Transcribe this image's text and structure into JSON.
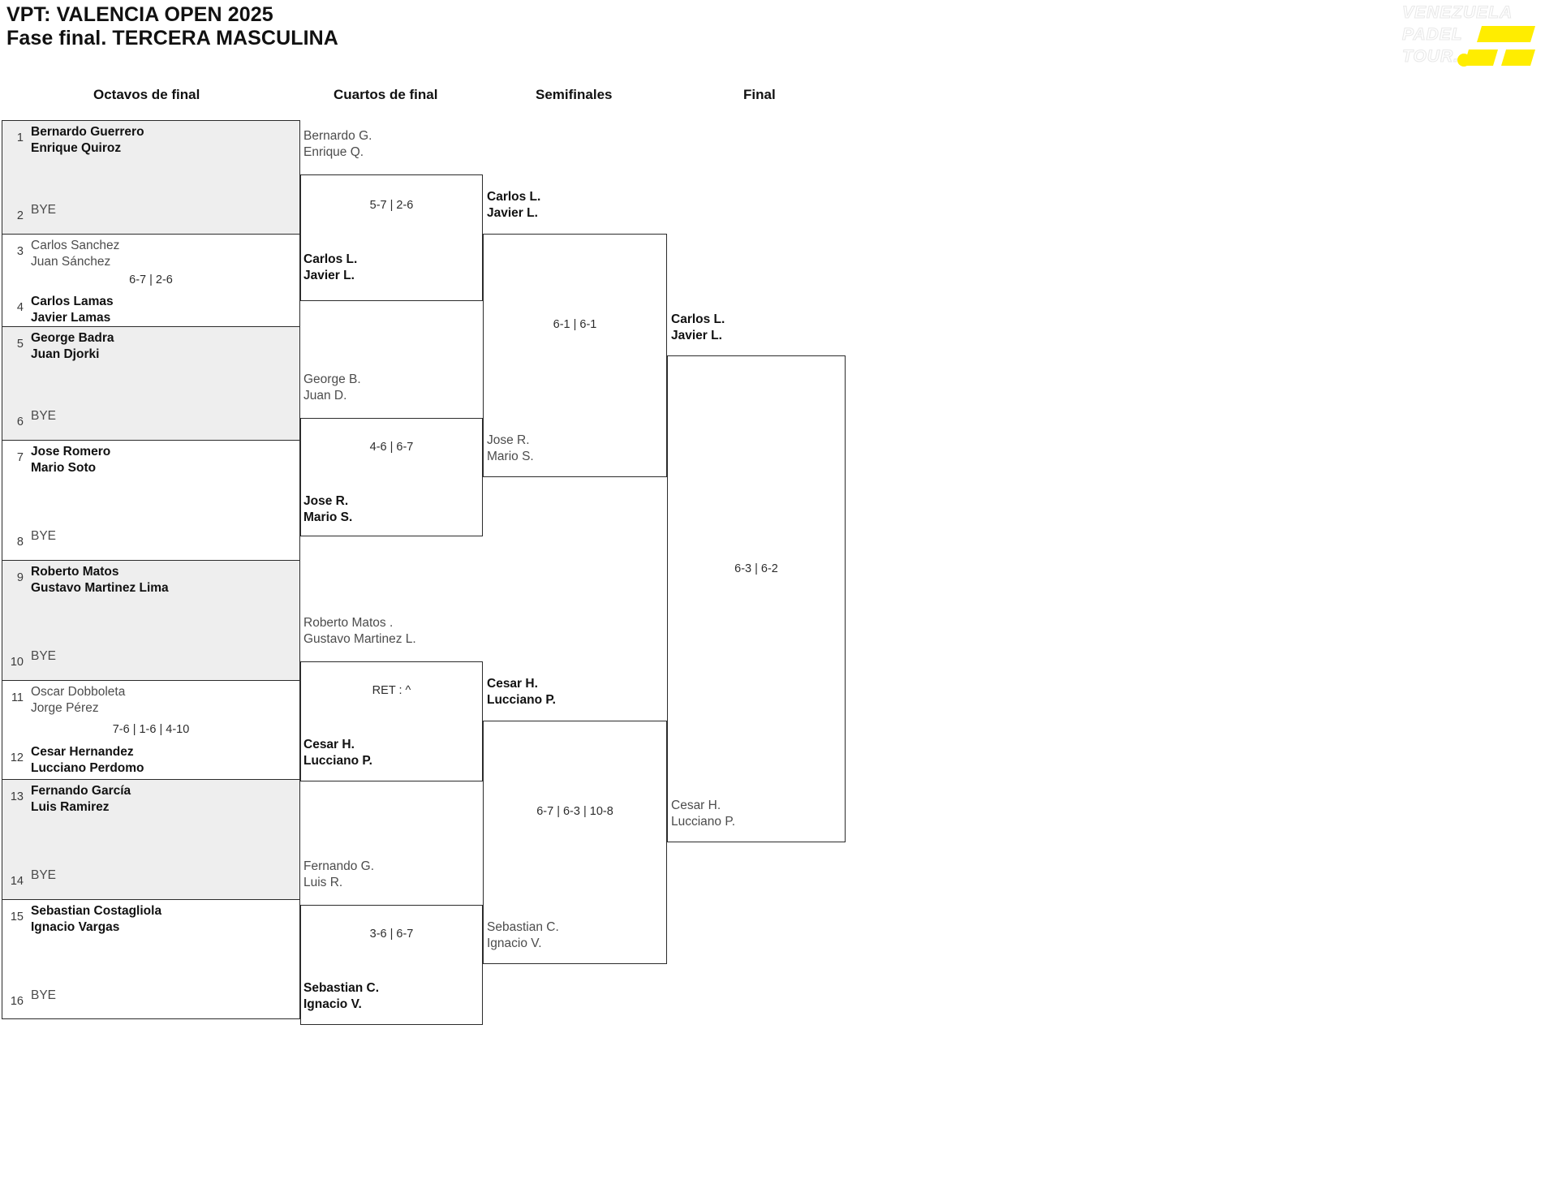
{
  "header": {
    "title_line1": "VPT: VALENCIA OPEN 2025",
    "title_line2": "Fase final. TERCERA MASCULINA"
  },
  "logo": {
    "line1": "VENEZUELA",
    "line2": "PADEL",
    "line3": "TOUR.",
    "accent_color": "#FFED00"
  },
  "rounds": [
    {
      "label": "Octavos de final"
    },
    {
      "label": "Cuartos de final"
    },
    {
      "label": "Semifinales"
    },
    {
      "label": "Final"
    }
  ],
  "round1": {
    "matches": [
      {
        "score": "",
        "shaded": true,
        "top": {
          "seed": "1",
          "line1": "Bernardo Guerrero",
          "line2": "Enrique Quiroz",
          "result": "win"
        },
        "bottom": {
          "seed": "2",
          "line1": "BYE",
          "line2": "",
          "result": "bye"
        }
      },
      {
        "score": "6-7 | 2-6",
        "shaded": false,
        "top": {
          "seed": "3",
          "line1": "Carlos Sanchez",
          "line2": "Juan Sánchez",
          "result": "lose"
        },
        "bottom": {
          "seed": "4",
          "line1": "Carlos Lamas",
          "line2": "Javier Lamas",
          "result": "win"
        }
      },
      {
        "score": "",
        "shaded": true,
        "top": {
          "seed": "5",
          "line1": "George Badra",
          "line2": "Juan Djorki",
          "result": "win"
        },
        "bottom": {
          "seed": "6",
          "line1": "BYE",
          "line2": "",
          "result": "bye"
        }
      },
      {
        "score": "",
        "shaded": false,
        "top": {
          "seed": "7",
          "line1": "Jose Romero",
          "line2": "Mario Soto",
          "result": "win"
        },
        "bottom": {
          "seed": "8",
          "line1": "BYE",
          "line2": "",
          "result": "bye"
        }
      },
      {
        "score": "",
        "shaded": true,
        "top": {
          "seed": "9",
          "line1": "Roberto Matos",
          "line2": "Gustavo Martinez Lima",
          "result": "win"
        },
        "bottom": {
          "seed": "10",
          "line1": "BYE",
          "line2": "",
          "result": "bye"
        }
      },
      {
        "score": "7-6 | 1-6 | 4-10",
        "shaded": false,
        "top": {
          "seed": "11",
          "line1": "Oscar Dobboleta",
          "line2": "Jorge Pérez",
          "result": "lose"
        },
        "bottom": {
          "seed": "12",
          "line1": "Cesar Hernandez",
          "line2": "Lucciano Perdomo",
          "result": "win"
        }
      },
      {
        "score": "",
        "shaded": true,
        "top": {
          "seed": "13",
          "line1": "Fernando García",
          "line2": "Luis Ramirez",
          "result": "win"
        },
        "bottom": {
          "seed": "14",
          "line1": "BYE",
          "line2": "",
          "result": "bye"
        }
      },
      {
        "score": "",
        "shaded": false,
        "top": {
          "seed": "15",
          "line1": "Sebastian Costagliola",
          "line2": "Ignacio Vargas",
          "result": "win"
        },
        "bottom": {
          "seed": "16",
          "line1": "BYE",
          "line2": "",
          "result": "bye"
        }
      }
    ]
  },
  "quarterfinals": [
    {
      "score": "5-7 | 2-6",
      "top": {
        "line1": "Bernardo G.",
        "line2": "Enrique Q.",
        "result": "lose"
      },
      "bottom": {
        "line1": "Carlos L.",
        "line2": "Javier L.",
        "result": "win"
      }
    },
    {
      "score": "4-6 | 6-7",
      "top": {
        "line1": "George B.",
        "line2": "Juan D.",
        "result": "lose"
      },
      "bottom": {
        "line1": "Jose R.",
        "line2": "Mario S.",
        "result": "win"
      }
    },
    {
      "score": "RET : ^",
      "top": {
        "line1": "Roberto Matos .",
        "line2": "Gustavo Martinez L.",
        "result": "lose"
      },
      "bottom": {
        "line1": "Cesar H.",
        "line2": "Lucciano P.",
        "result": "win"
      }
    },
    {
      "score": "3-6 | 6-7",
      "top": {
        "line1": "Fernando G.",
        "line2": "Luis R.",
        "result": "lose"
      },
      "bottom": {
        "line1": "Sebastian C.",
        "line2": "Ignacio V.",
        "result": "win"
      }
    }
  ],
  "semifinals": [
    {
      "score": "6-1 | 6-1",
      "top": {
        "line1": "Carlos L.",
        "line2": "Javier L.",
        "result": "win"
      },
      "bottom": {
        "line1": "Jose R.",
        "line2": "Mario S.",
        "result": "lose"
      }
    },
    {
      "score": "6-7 | 6-3 | 10-8",
      "top": {
        "line1": "Cesar H.",
        "line2": "Lucciano P.",
        "result": "win"
      },
      "bottom": {
        "line1": "Sebastian C.",
        "line2": "Ignacio V.",
        "result": "lose"
      }
    }
  ],
  "final": {
    "score": "6-3 | 6-2",
    "top": {
      "line1": "Carlos L.",
      "line2": "Javier L.",
      "result": "win"
    },
    "bottom": {
      "line1": "Cesar H.",
      "line2": "Lucciano P.",
      "result": "lose"
    }
  }
}
